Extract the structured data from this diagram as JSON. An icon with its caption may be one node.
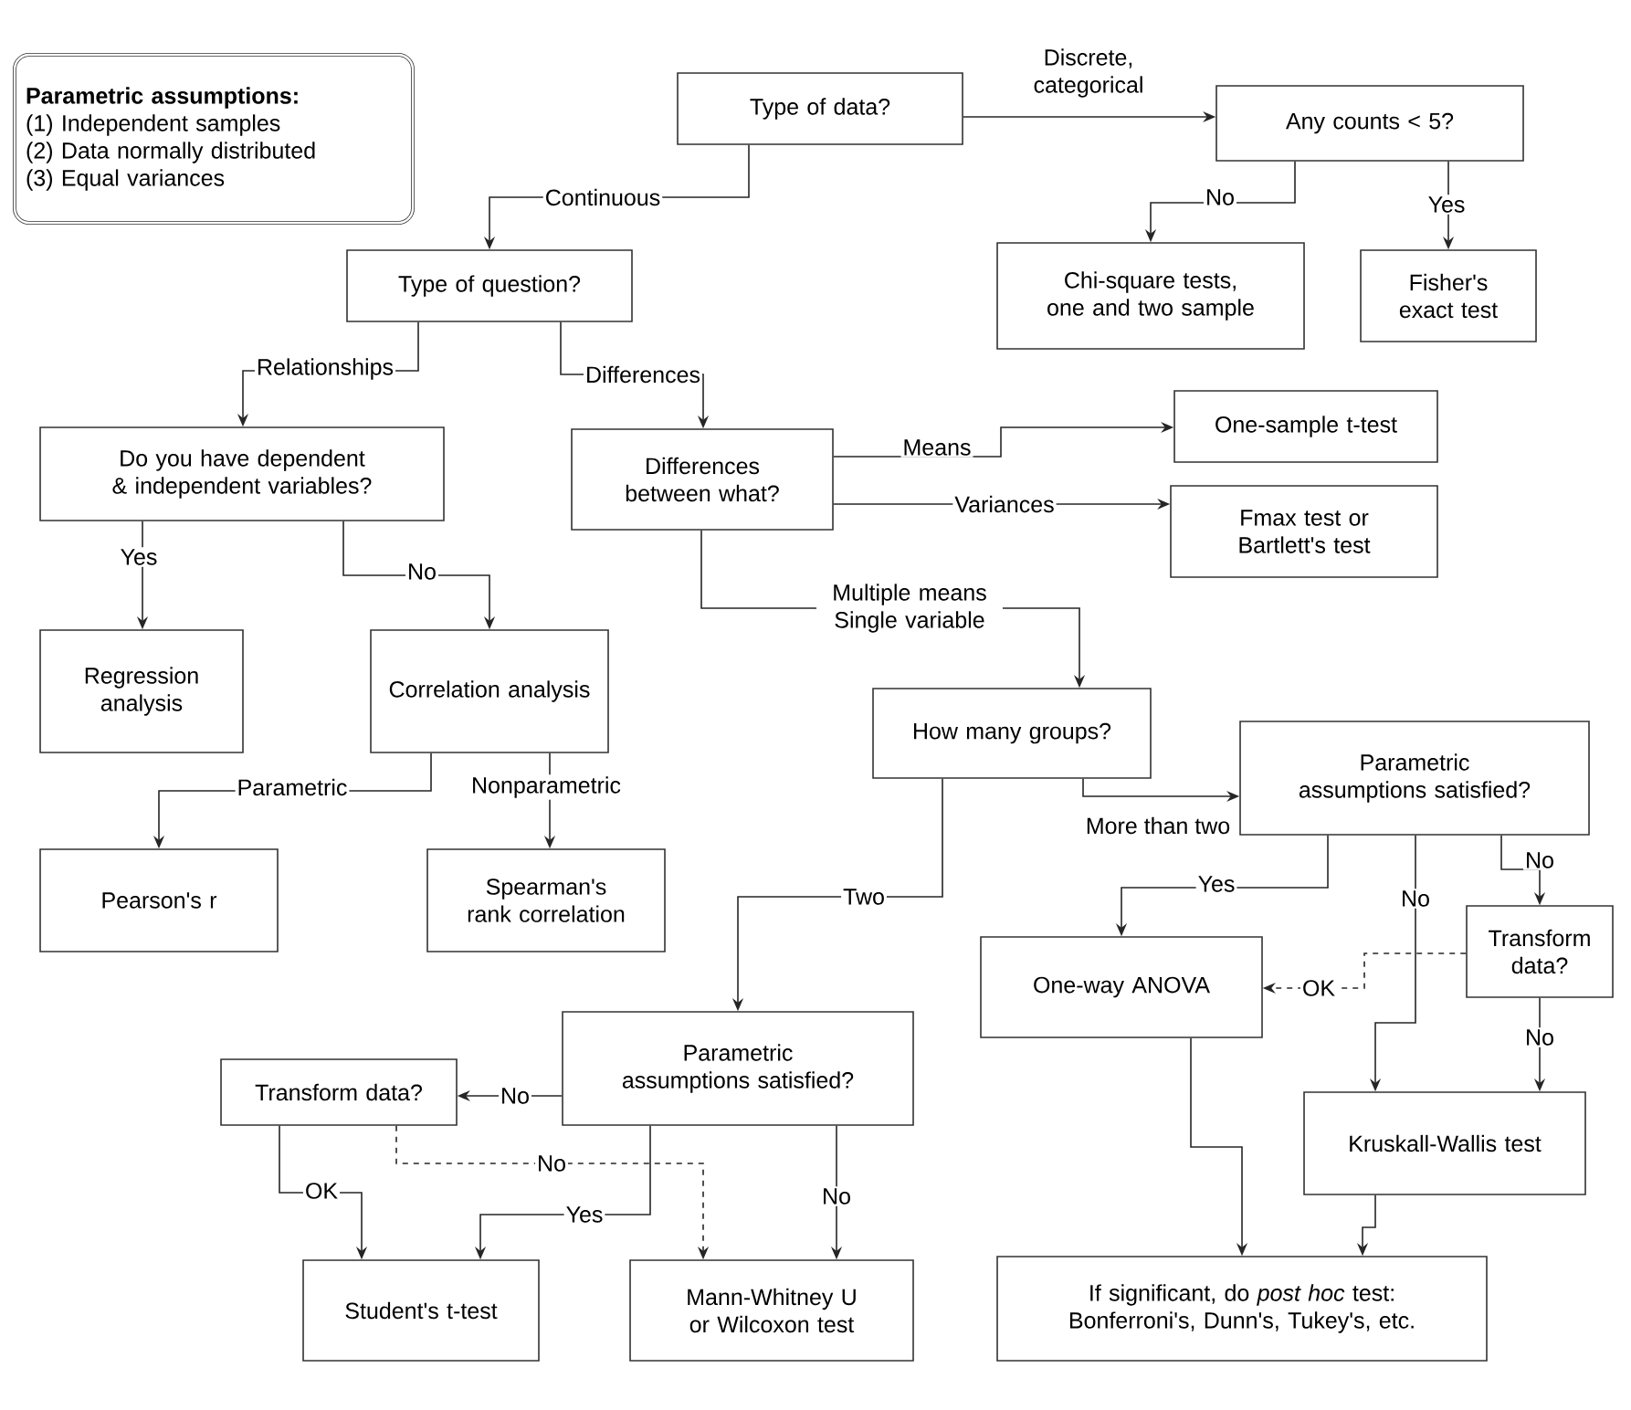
{
  "diagram": {
    "nodes": [
      {
        "text": [
          "Parametric assumptions:",
          "(1) Independent samples",
          "(2) Data normally distributed",
          "(3) Equal variances"
        ]
      },
      {
        "text": [
          "Type of data?"
        ]
      },
      {
        "text": [
          "Any counts < 5?"
        ]
      },
      {
        "text": [
          "Chi-square tests, one and two sample"
        ]
      },
      {
        "text": [
          "Fisher's exact test"
        ]
      },
      {
        "text": [
          "Type of question?"
        ]
      },
      {
        "text": [
          "Do you have dependent & independent variables?"
        ]
      },
      {
        "text": [
          "Differences between what?"
        ]
      },
      {
        "text": [
          "One-sample t-test"
        ]
      },
      {
        "text": [
          "Fmax test or Bartlett's test"
        ]
      },
      {
        "text": [
          "Regression analysis"
        ]
      },
      {
        "text": [
          "Correlation analysis"
        ]
      },
      {
        "text": [
          "How many groups?"
        ]
      },
      {
        "text": [
          "Parametric assumptions satisfied?"
        ]
      },
      {
        "text": [
          "Pearson's r"
        ]
      },
      {
        "text": [
          "Spearman's rank correlation"
        ]
      },
      {
        "text": [
          "Transform data?"
        ]
      },
      {
        "text": [
          "One-way ANOVA"
        ]
      },
      {
        "text": [
          "Parametric assumptions satisfied?"
        ]
      },
      {
        "text": [
          "Transform data?"
        ]
      },
      {
        "text": [
          "Kruskall-Wallis test"
        ]
      },
      {
        "text": [
          "Student's t-test"
        ]
      },
      {
        "text": [
          "Mann-Whitney U or Wilcoxon test"
        ]
      },
      {
        "text": [
          "If significant, do *post hoc* test: Bonferroni's, Dunn's, Tukey's, etc."
        ]
      }
    ],
    "edges": [
      {
        "from": 1,
        "to": 2,
        "arrow": "to",
        "label": "Discrete, categorical"
      },
      {
        "from": 1,
        "to": 5,
        "arrow": "to",
        "label": "Continuous"
      },
      {
        "from": 2,
        "to": 3,
        "arrow": "to",
        "label": "No"
      },
      {
        "from": 2,
        "to": 4,
        "arrow": "to",
        "label": "Yes"
      },
      {
        "from": 5,
        "to": 6,
        "arrow": "to",
        "label": "Relationships"
      },
      {
        "from": 5,
        "to": 7,
        "arrow": "to",
        "label": "Differences"
      },
      {
        "from": 6,
        "to": 10,
        "arrow": "to",
        "label": "Yes"
      },
      {
        "from": 6,
        "to": 11,
        "arrow": "to",
        "label": "No"
      },
      {
        "from": 7,
        "to": 8,
        "arrow": "to",
        "label": "Means"
      },
      {
        "from": 7,
        "to": 9,
        "arrow": "to",
        "label": "Variances"
      },
      {
        "from": 7,
        "to": 12,
        "arrow": "to",
        "label": "Multiple means Single variable"
      },
      {
        "from": 11,
        "to": 14,
        "arrow": "to",
        "label": "Parametric"
      },
      {
        "from": 11,
        "to": 15,
        "arrow": "to",
        "label": "Nonparametric"
      },
      {
        "from": 12,
        "to": 13,
        "arrow": "to",
        "label": "More than two"
      },
      {
        "from": 12,
        "to": 18,
        "arrow": "to",
        "label": "Two"
      },
      {
        "from": 13,
        "to": 17,
        "arrow": "to",
        "label": "Yes"
      },
      {
        "from": 13,
        "to": 20,
        "arrow": "to",
        "label": "No"
      },
      {
        "from": 13,
        "to": 16,
        "arrow": "to",
        "label": "No"
      },
      {
        "from": 16,
        "to": 17,
        "arrow": "to",
        "label": "OK",
        "style": "dashed"
      },
      {
        "from": 16,
        "to": 20,
        "arrow": "to",
        "label": "No"
      },
      {
        "from": 18,
        "to": 19,
        "arrow": "to",
        "label": "No"
      },
      {
        "from": 18,
        "to": 21,
        "arrow": "to",
        "label": "Yes"
      },
      {
        "from": 18,
        "to": 22,
        "arrow": "to",
        "label": "No"
      },
      {
        "from": 19,
        "to": 21,
        "arrow": "to",
        "label": "OK"
      },
      {
        "from": 19,
        "to": 22,
        "arrow": "to",
        "label": "No",
        "style": "dashed"
      },
      {
        "from": 17,
        "to": 23,
        "arrow": "to"
      },
      {
        "from": 20,
        "to": 23,
        "arrow": "to"
      }
    ]
  }
}
